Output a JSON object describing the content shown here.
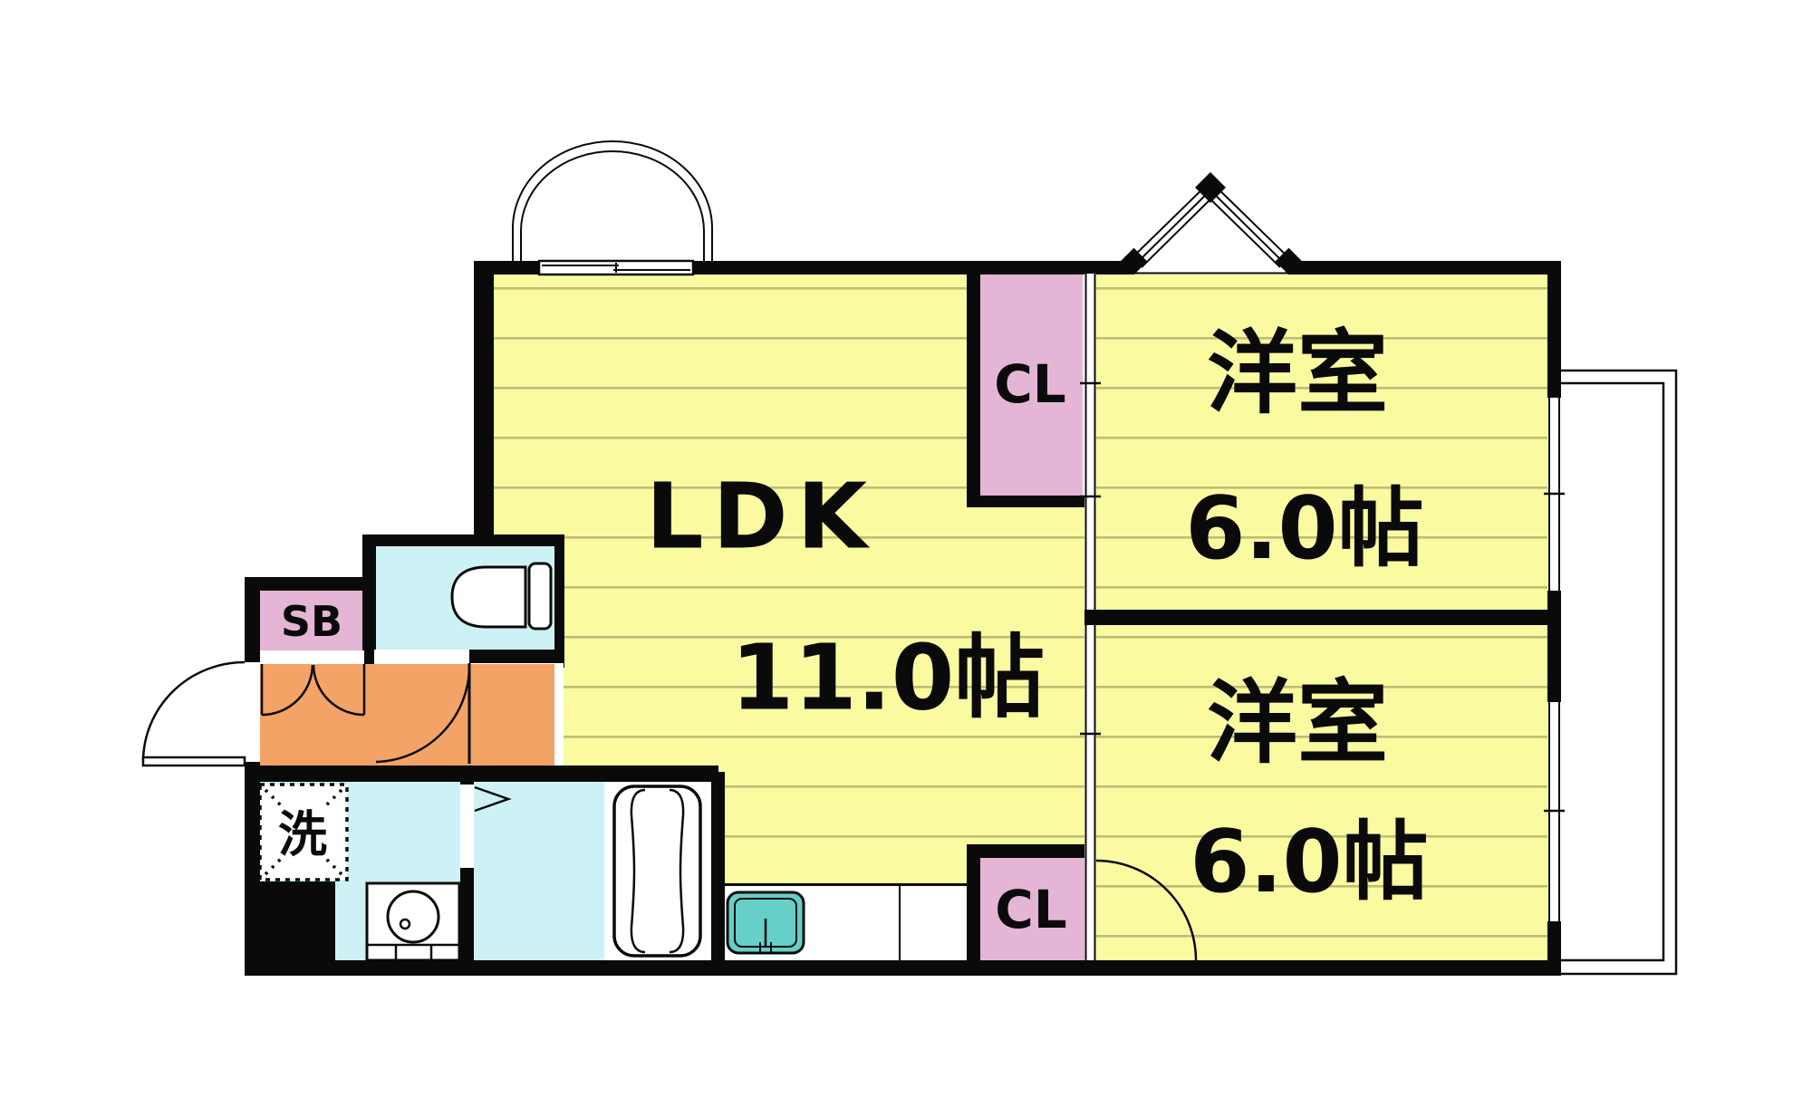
{
  "labels": {
    "ldk_name": "LDK",
    "ldk_size": "11.0帖",
    "bedroom_top_name": "洋室",
    "bedroom_top_size": "6.0帖",
    "bedroom_bottom_name": "洋室",
    "bedroom_bottom_size": "6.0帖",
    "closet_top": "CL",
    "closet_bottom": "CL",
    "shoe_box": "SB",
    "laundry": "洗"
  },
  "colors": {
    "room_yellow": "#fafaa0",
    "stripe_olive": "#bdbd76",
    "closet_pink": "#e5b5d6",
    "hall_orange": "#f3a365",
    "wet_cyan": "#cdf2f6",
    "sink_teal": "#66cfc8",
    "wall_black": "#0a0a0a",
    "background": "#ffffff"
  }
}
